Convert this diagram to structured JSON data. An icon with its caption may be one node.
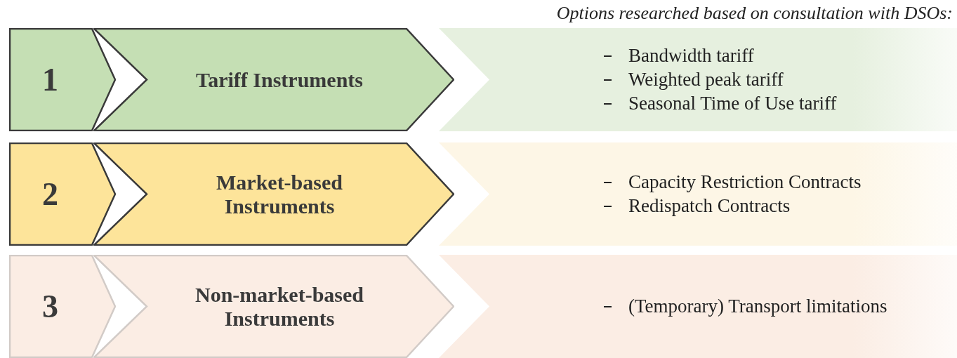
{
  "diagram": {
    "nodes": [
      {
        "text": [
          "1"
        ]
      },
      {
        "text": [
          "Tariff Instruments"
        ]
      },
      {
        "text": [
          "Bandwidth tariff",
          "Weighted peak tariff",
          "Seasonal Time of Use tariff"
        ]
      },
      {
        "text": [
          "2"
        ]
      },
      {
        "text": [
          "Market-based Instruments"
        ]
      },
      {
        "text": [
          "Capacity Restriction Contracts",
          "Redispatch Contracts"
        ]
      },
      {
        "text": [
          "3"
        ]
      },
      {
        "text": [
          "Non-market-based Instruments"
        ]
      },
      {
        "text": [
          "(Temporary) Transport limitations"
        ]
      }
    ],
    "labels": [
      "Options researched based on consultation with DSOs:"
    ]
  }
}
